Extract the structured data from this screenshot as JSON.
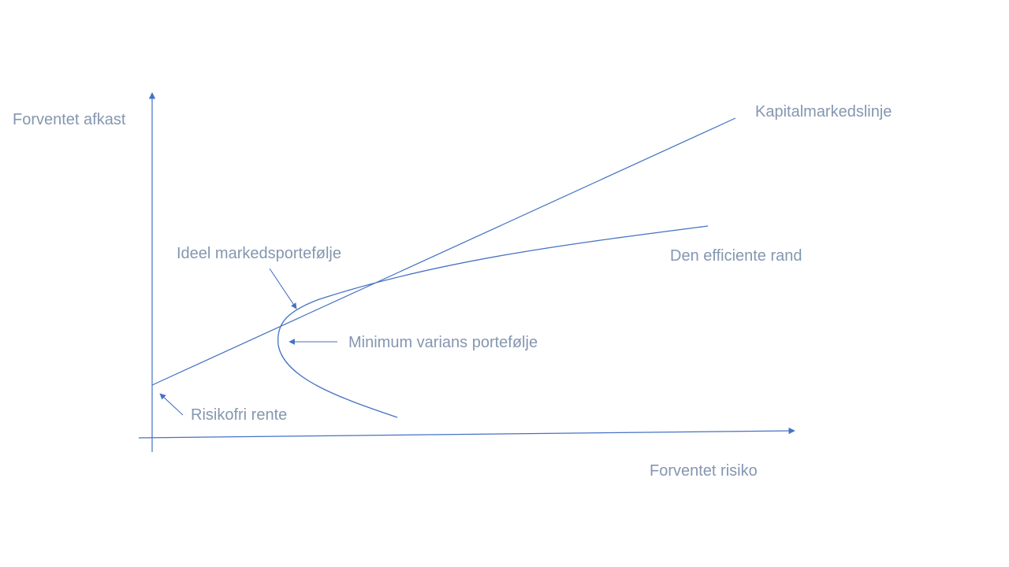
{
  "colors": {
    "line": "#4472c4",
    "text": "#8497b0",
    "background": "#ffffff"
  },
  "axes": {
    "y_label": "Forventet afkast",
    "x_label": "Forventet risiko"
  },
  "curves": {
    "capital_market_line": "Kapitalmarkedslinje",
    "efficient_frontier": "Den efficiente rand"
  },
  "annotations": {
    "ideal_market_portfolio": "Ideel markedsportefølje",
    "minimum_variance_portfolio": "Minimum varians portefølje",
    "risk_free_rate": "Risikofri rente"
  }
}
